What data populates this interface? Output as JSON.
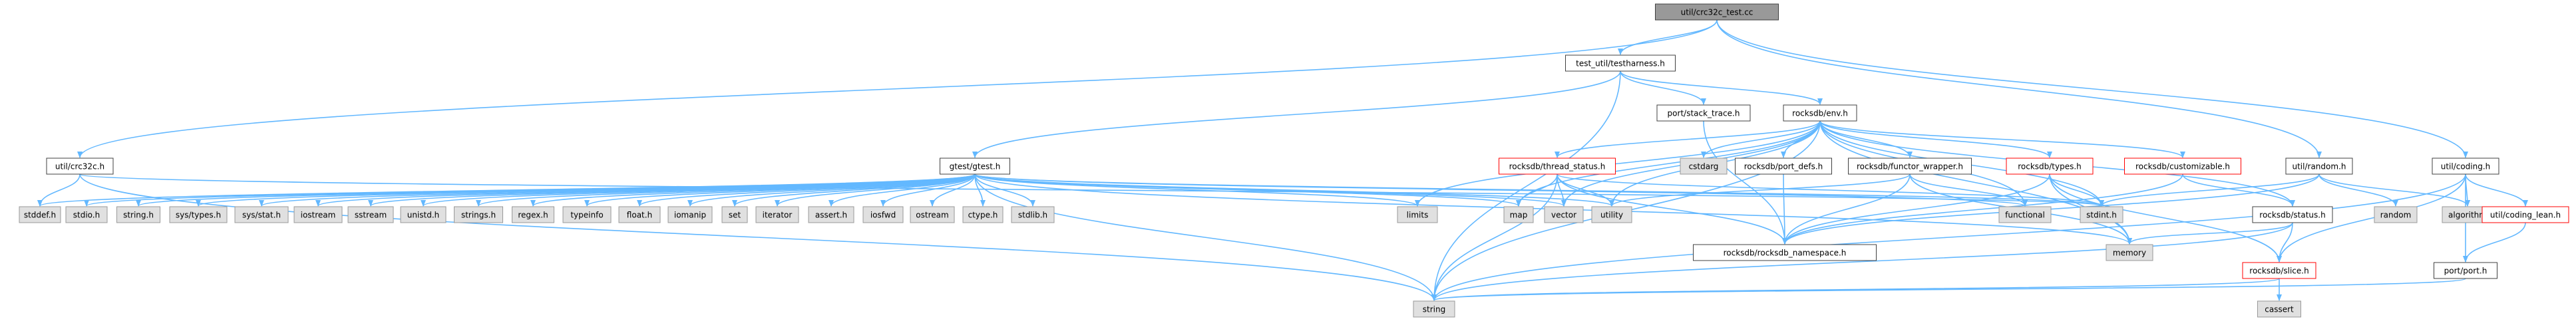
{
  "colors": {
    "edge": "#63b8ff",
    "default_fill": "#ffffff",
    "default_stroke": "#404040",
    "system_fill": "#e0e0e0",
    "system_stroke": "#999999",
    "broken_stroke": "#ff0000",
    "root_fill": "#999999"
  },
  "nodes": {
    "root": {
      "label": "util/crc32c_test.cc",
      "kind": "root"
    },
    "testharness": {
      "label": "test_util/testharness.h",
      "kind": "default"
    },
    "crc32c": {
      "label": "util/crc32c.h",
      "kind": "default"
    },
    "gtest": {
      "label": "gtest/gtest.h",
      "kind": "default"
    },
    "stack_trace": {
      "label": "port/stack_trace.h",
      "kind": "default"
    },
    "env": {
      "label": "rocksdb/env.h",
      "kind": "default"
    },
    "thread_status": {
      "label": "rocksdb/thread_status.h",
      "kind": "broken"
    },
    "cstdarg": {
      "label": "cstdarg",
      "kind": "system"
    },
    "port_defs": {
      "label": "rocksdb/port_defs.h",
      "kind": "default"
    },
    "functor_wrapper": {
      "label": "rocksdb/functor_wrapper.h",
      "kind": "default"
    },
    "types": {
      "label": "rocksdb/types.h",
      "kind": "broken"
    },
    "customizable": {
      "label": "rocksdb/customizable.h",
      "kind": "broken"
    },
    "random_h": {
      "label": "util/random.h",
      "kind": "default"
    },
    "coding": {
      "label": "util/coding.h",
      "kind": "default"
    },
    "stddef": {
      "label": "stddef.h",
      "kind": "system"
    },
    "stdio": {
      "label": "stdio.h",
      "kind": "system"
    },
    "string_h": {
      "label": "string.h",
      "kind": "system"
    },
    "sys_types": {
      "label": "sys/types.h",
      "kind": "system"
    },
    "sys_stat": {
      "label": "sys/stat.h",
      "kind": "system"
    },
    "iostream": {
      "label": "iostream",
      "kind": "system"
    },
    "sstream": {
      "label": "sstream",
      "kind": "system"
    },
    "unistd": {
      "label": "unistd.h",
      "kind": "system"
    },
    "strings_h": {
      "label": "strings.h",
      "kind": "system"
    },
    "regex": {
      "label": "regex.h",
      "kind": "system"
    },
    "typeinfo": {
      "label": "typeinfo",
      "kind": "system"
    },
    "float_h": {
      "label": "float.h",
      "kind": "system"
    },
    "iomanip": {
      "label": "iomanip",
      "kind": "system"
    },
    "set": {
      "label": "set",
      "kind": "system"
    },
    "iterator": {
      "label": "iterator",
      "kind": "system"
    },
    "assert_h": {
      "label": "assert.h",
      "kind": "system"
    },
    "iosfwd": {
      "label": "iosfwd",
      "kind": "system"
    },
    "ostream": {
      "label": "ostream",
      "kind": "system"
    },
    "ctype": {
      "label": "ctype.h",
      "kind": "system"
    },
    "stdlib": {
      "label": "stdlib.h",
      "kind": "system"
    },
    "limits": {
      "label": "limits",
      "kind": "system"
    },
    "map": {
      "label": "map",
      "kind": "system"
    },
    "vector": {
      "label": "vector",
      "kind": "system"
    },
    "utility": {
      "label": "utility",
      "kind": "system"
    },
    "namespace": {
      "label": "rocksdb/rocksdb_namespace.h",
      "kind": "default"
    },
    "functional": {
      "label": "functional",
      "kind": "system"
    },
    "stdint": {
      "label": "stdint.h",
      "kind": "system"
    },
    "status": {
      "label": "rocksdb/status.h",
      "kind": "default"
    },
    "memory": {
      "label": "memory",
      "kind": "system"
    },
    "random": {
      "label": "random",
      "kind": "system"
    },
    "algorithm": {
      "label": "algorithm",
      "kind": "system"
    },
    "coding_lean": {
      "label": "util/coding_lean.h",
      "kind": "broken"
    },
    "slice": {
      "label": "rocksdb/slice.h",
      "kind": "broken"
    },
    "port": {
      "label": "port/port.h",
      "kind": "default"
    },
    "cassert": {
      "label": "cassert",
      "kind": "system"
    },
    "string": {
      "label": "string",
      "kind": "system"
    }
  },
  "edges": [
    [
      "root",
      "testharness"
    ],
    [
      "root",
      "crc32c"
    ],
    [
      "root",
      "random_h"
    ],
    [
      "root",
      "coding"
    ],
    [
      "testharness",
      "gtest"
    ],
    [
      "testharness",
      "stack_trace"
    ],
    [
      "testharness",
      "env"
    ],
    [
      "testharness",
      "string"
    ],
    [
      "crc32c",
      "stddef"
    ],
    [
      "crc32c",
      "stdint"
    ],
    [
      "crc32c",
      "string"
    ],
    [
      "gtest",
      "stddef"
    ],
    [
      "gtest",
      "stdio"
    ],
    [
      "gtest",
      "string_h"
    ],
    [
      "gtest",
      "sys_types"
    ],
    [
      "gtest",
      "sys_stat"
    ],
    [
      "gtest",
      "iostream"
    ],
    [
      "gtest",
      "sstream"
    ],
    [
      "gtest",
      "unistd"
    ],
    [
      "gtest",
      "strings_h"
    ],
    [
      "gtest",
      "regex"
    ],
    [
      "gtest",
      "typeinfo"
    ],
    [
      "gtest",
      "float_h"
    ],
    [
      "gtest",
      "iomanip"
    ],
    [
      "gtest",
      "set"
    ],
    [
      "gtest",
      "iterator"
    ],
    [
      "gtest",
      "assert_h"
    ],
    [
      "gtest",
      "iosfwd"
    ],
    [
      "gtest",
      "ostream"
    ],
    [
      "gtest",
      "ctype"
    ],
    [
      "gtest",
      "stdlib"
    ],
    [
      "gtest",
      "limits"
    ],
    [
      "gtest",
      "map"
    ],
    [
      "gtest",
      "vector"
    ],
    [
      "gtest",
      "utility"
    ],
    [
      "gtest",
      "memory"
    ],
    [
      "gtest",
      "string"
    ],
    [
      "gtest",
      "stdint"
    ],
    [
      "gtest",
      "functional"
    ],
    [
      "stack_trace",
      "namespace"
    ],
    [
      "env",
      "limits"
    ],
    [
      "env",
      "thread_status"
    ],
    [
      "env",
      "cstdarg"
    ],
    [
      "env",
      "port_defs"
    ],
    [
      "env",
      "functor_wrapper"
    ],
    [
      "env",
      "types"
    ],
    [
      "env",
      "customizable"
    ],
    [
      "env",
      "status"
    ],
    [
      "env",
      "map"
    ],
    [
      "env",
      "vector"
    ],
    [
      "env",
      "utility"
    ],
    [
      "env",
      "memory"
    ],
    [
      "env",
      "functional"
    ],
    [
      "env",
      "stdint"
    ],
    [
      "env",
      "string"
    ],
    [
      "thread_status",
      "map"
    ],
    [
      "thread_status",
      "vector"
    ],
    [
      "thread_status",
      "utility"
    ],
    [
      "thread_status",
      "namespace"
    ],
    [
      "thread_status",
      "string"
    ],
    [
      "thread_status",
      "stdint"
    ],
    [
      "port_defs",
      "namespace"
    ],
    [
      "functor_wrapper",
      "namespace"
    ],
    [
      "functor_wrapper",
      "functional"
    ],
    [
      "functor_wrapper",
      "memory"
    ],
    [
      "functor_wrapper",
      "utility"
    ],
    [
      "types",
      "namespace"
    ],
    [
      "types",
      "stdint"
    ],
    [
      "types",
      "slice"
    ],
    [
      "types",
      "memory"
    ],
    [
      "customizable",
      "namespace"
    ],
    [
      "customizable",
      "status"
    ],
    [
      "random_h",
      "namespace"
    ],
    [
      "random_h",
      "random"
    ],
    [
      "random_h",
      "algorithm"
    ],
    [
      "random_h",
      "stdint"
    ],
    [
      "coding",
      "algorithm"
    ],
    [
      "coding",
      "coding_lean"
    ],
    [
      "coding",
      "port"
    ],
    [
      "coding",
      "slice"
    ],
    [
      "coding",
      "string"
    ],
    [
      "coding_lean",
      "port"
    ],
    [
      "status",
      "memory"
    ],
    [
      "status",
      "slice"
    ],
    [
      "status",
      "string"
    ],
    [
      "slice",
      "cassert"
    ],
    [
      "slice",
      "string"
    ],
    [
      "port",
      "string"
    ]
  ]
}
